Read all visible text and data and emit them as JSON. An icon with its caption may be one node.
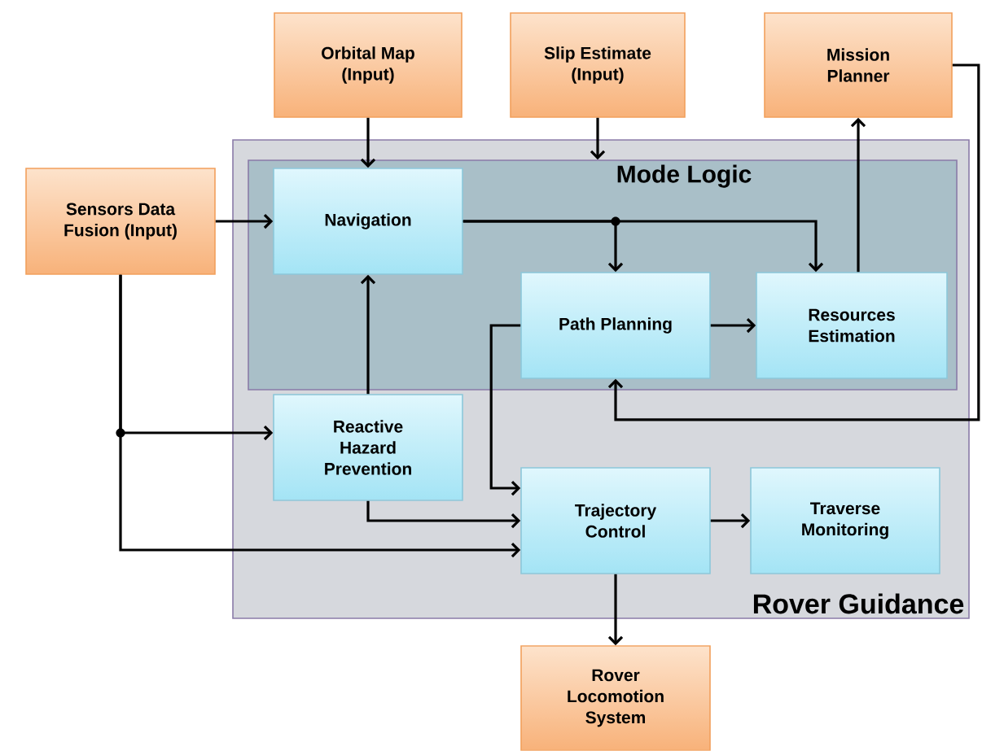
{
  "diagram": {
    "nodes": [
      {
        "text": [
          "Orbital Map (Input)"
        ]
      },
      {
        "text": [
          "Slip Estimate (Input)"
        ]
      },
      {
        "text": [
          "Mission Planner"
        ]
      },
      {
        "text": [
          "Sensors Data Fusion (Input)"
        ]
      },
      {
        "text": [
          "Rover Guidance"
        ]
      },
      {
        "text": [
          "Mode Logic"
        ],
        "in": 4
      },
      {
        "text": [
          "Navigation"
        ],
        "in": 5
      },
      {
        "text": [
          "Path Planning"
        ],
        "in": 5
      },
      {
        "text": [
          "Resources Estimation"
        ],
        "in": 5
      },
      {
        "text": [
          "Reactive Hazard Prevention"
        ],
        "in": 4
      },
      {
        "text": [
          "Trajectory Control"
        ],
        "in": 4
      },
      {
        "text": [
          "Traverse Monitoring"
        ],
        "in": 4
      },
      {
        "text": [
          "Rover Locomotion System"
        ]
      }
    ],
    "edges": [
      {
        "from": 0,
        "to": 6,
        "arrow": "to"
      },
      {
        "from": 1,
        "to": 5,
        "arrow": "to"
      },
      {
        "from": 8,
        "to": 2,
        "arrow": "to"
      },
      {
        "from": 2,
        "to": 7,
        "arrow": "to"
      },
      {
        "from": 3,
        "to": 6,
        "arrow": "to"
      },
      {
        "from": 3,
        "to": 9,
        "arrow": "to"
      },
      {
        "from": 3,
        "to": 10,
        "arrow": "to"
      },
      {
        "from": 6,
        "to": 7,
        "arrow": "to"
      },
      {
        "from": 6,
        "to": 8,
        "arrow": "to"
      },
      {
        "from": 7,
        "to": 8,
        "arrow": "to"
      },
      {
        "from": 7,
        "to": 10,
        "arrow": "to"
      },
      {
        "from": 9,
        "to": 6,
        "arrow": "to"
      },
      {
        "from": 9,
        "to": 10,
        "arrow": "to"
      },
      {
        "from": 10,
        "to": 11,
        "arrow": "to"
      },
      {
        "from": 10,
        "to": 12,
        "arrow": "to"
      }
    ]
  }
}
